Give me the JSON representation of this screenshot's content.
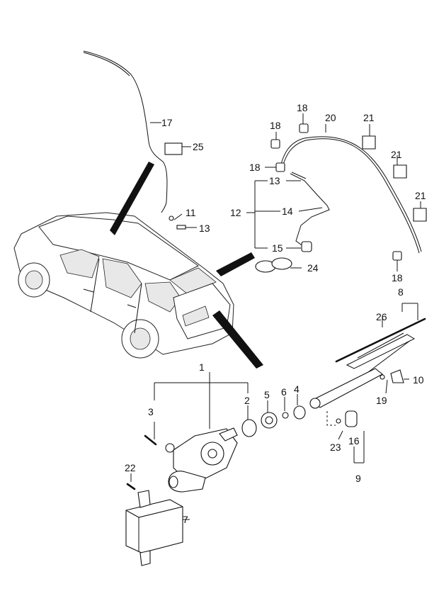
{
  "diagram": {
    "type": "exploded parts diagram",
    "callouts": [
      "1",
      "2",
      "3",
      "4",
      "5",
      "6",
      "7",
      "8",
      "9",
      "10",
      "11",
      "12",
      "13",
      "13",
      "14",
      "15",
      "16",
      "17",
      "18",
      "18",
      "18",
      "18",
      "19",
      "20",
      "21",
      "21",
      "21",
      "22",
      "23",
      "24",
      "25",
      "26"
    ]
  }
}
